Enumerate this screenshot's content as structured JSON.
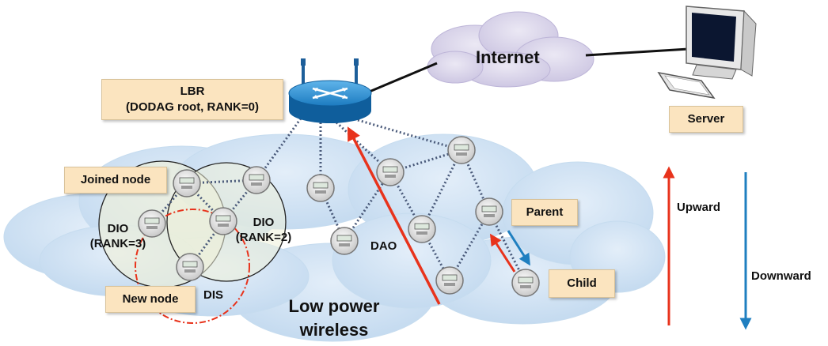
{
  "labels": {
    "internet": "Internet",
    "lbr_line1": "LBR",
    "lbr_line2": "(DODAG root, RANK=0)",
    "server": "Server",
    "joined_node": "Joined node",
    "new_node": "New node",
    "parent": "Parent",
    "child": "Child",
    "dio_left_line1": "DIO",
    "dio_left_line2": "(RANK=3)",
    "dio_right_line1": "DIO",
    "dio_right_line2": "(RANK=2)",
    "dis": "DIS",
    "dao": "DAO",
    "low_power_line1": "Low power",
    "low_power_line2": "wireless",
    "upward": "Upward",
    "downward": "Downward"
  },
  "colors": {
    "upward_arrow": "#e8331c",
    "downward_arrow": "#1f7fc0",
    "label_fill": "#fbe4bf",
    "cloud_fill": "#cfe3f3",
    "internet_cloud_fill": "#d9d4ea",
    "router_fill": "#1d7cc1",
    "dis_circle": "#e8331c"
  }
}
